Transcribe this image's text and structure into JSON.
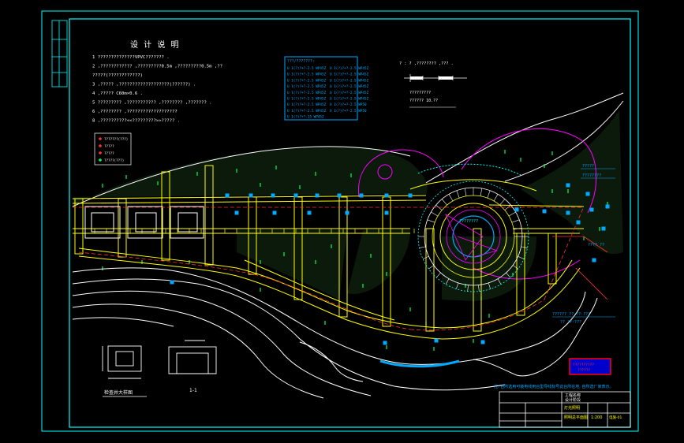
{
  "colors": {
    "background": "#000000",
    "frame": "#00ffff",
    "text": "#ffffff",
    "road_outline": "#ffff00",
    "pipeline": "#ff3030",
    "plaza_ring": "#ff00ff",
    "water_edge": "#00aaff",
    "lamp_marker": "#00ff55",
    "stamp": "#ff0000",
    "stamp_fill": "#0000cc"
  },
  "notes": {
    "title": "设 计 说 明",
    "lines": [
      "1 ??????????????VPVC??????? .",
      "2 ,???????????? ,?????????0.5m ,?????????0.5m ,??",
      "?????(????????????)",
      "3 ,?????  ,???????????????????(??????) .",
      "4 ,????? C60m×0.6 .",
      "5 ????????? ,??????????? ,???????? ,??????? .",
      "6 ,???????? ,???????????????????",
      "8 ,??????????<<?????????>>????? ."
    ]
  },
  "spec_table": {
    "header": "???/???????:",
    "left": [
      "U 1(?)?+?-2.5 WP45Z",
      "U 1(?)?+?-2.5 WP45Z",
      "U 1(?)?+?-2.5 WP45Z",
      "U 1(?)?+?-2.5 WP45Z",
      "U 1(?)?+?-2.5 WP45Z",
      "U 1(?)?+?-2.5 WP45Z",
      "U 1(?)?+?-2.5 WP45Z",
      "U 1(?)?+?-2.5 WP45Z",
      "U 1(?)?+?-15 WP45Z"
    ],
    "right": [
      "U 1(?)?+?-2.5 WP45Z",
      "U 1(?)?+?-2.5 WP45Z",
      "U 1(?)?+?-2.5 WP45Z",
      "U 1(?)?+?-2.5 WP45Z",
      "U 1(?)?+?-2.5 WP45Z",
      "U 1(?)?+?-2.5 WP45Z",
      "U 1(?)?+?-2.5 WP50",
      "U 1(?)?+?-2.5 WP50"
    ]
  },
  "section_note": {
    "line1": "? : ?  ,???????? ,??? .",
    "line2": "?????????",
    "line3": "?????? 10.??"
  },
  "legend": {
    "items": [
      {
        "label": "???????(???)",
        "color": "#ff3030"
      },
      {
        "label": "?????",
        "color": "#ff3030"
      },
      {
        "label": "?????",
        "color": "#ff3030"
      },
      {
        "label": "?????(???)",
        "color": "#00ff55"
      }
    ]
  },
  "plan_labels": {
    "plaza": "????????",
    "right_callout_1": "?????",
    "right_callout_2": "????????",
    "right_callout_3": "???? ??",
    "lower_callout_1": "?????? ?? ??·???",
    "lower_callout_2": "?? ??·???",
    "bottom_note": "注: 自所选用可装电线用台型导线标号此台所在地, 自所选厂家表示。"
  },
  "detail": {
    "plan_label": "检查井大样图",
    "section_label": "1-1"
  },
  "stamp": {
    "line1": "??????????",
    "line2": "??????"
  },
  "title_block": {
    "company": "工程名称",
    "project": "设计阶段",
    "drawing_name": "灯光照明",
    "drawing_sub": "照明总平面图",
    "scale": "1:200",
    "sheet": "电施-01"
  }
}
